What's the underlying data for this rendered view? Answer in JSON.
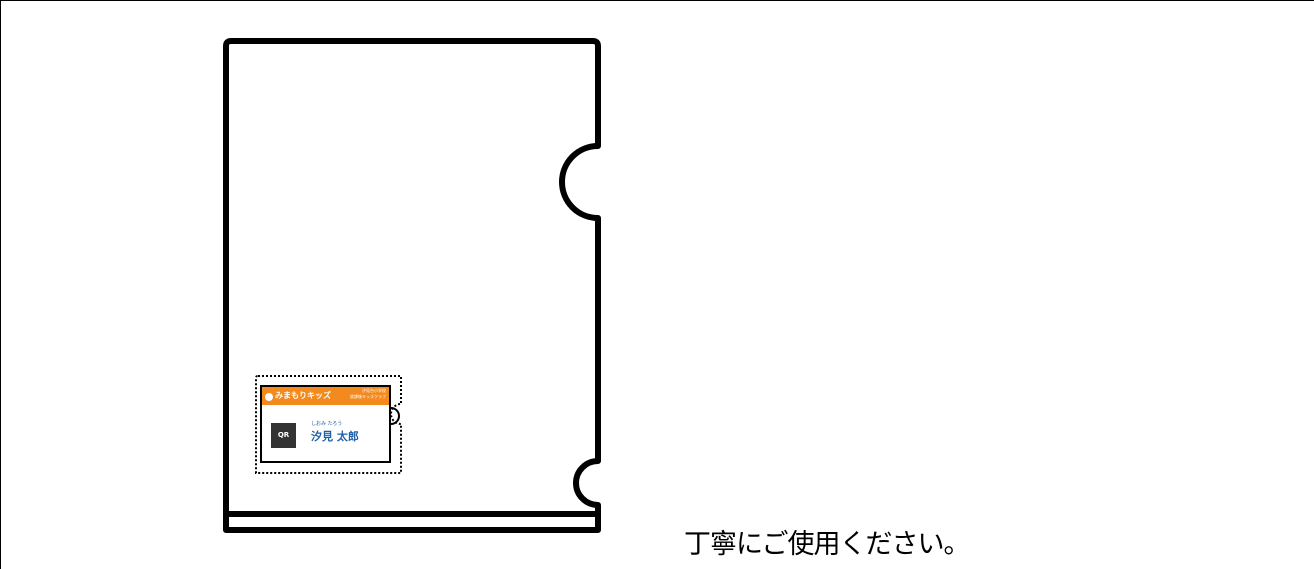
{
  "card": {
    "logo_text": "みまもりキッズ",
    "school_line1": "汐見台小学校",
    "school_line2": "放課後キッズクラブ",
    "qr_label": "QR",
    "name_kana": "しおみ たろう",
    "name": "汐見 太郎"
  },
  "caption": "丁寧にご使用ください。",
  "colors": {
    "card_header": "#f28a1e",
    "name_text": "#1f5fa8",
    "outline": "#000000"
  },
  "icons": {
    "folder": "clear-file-folder-icon",
    "pocket": "card-pocket-icon"
  }
}
